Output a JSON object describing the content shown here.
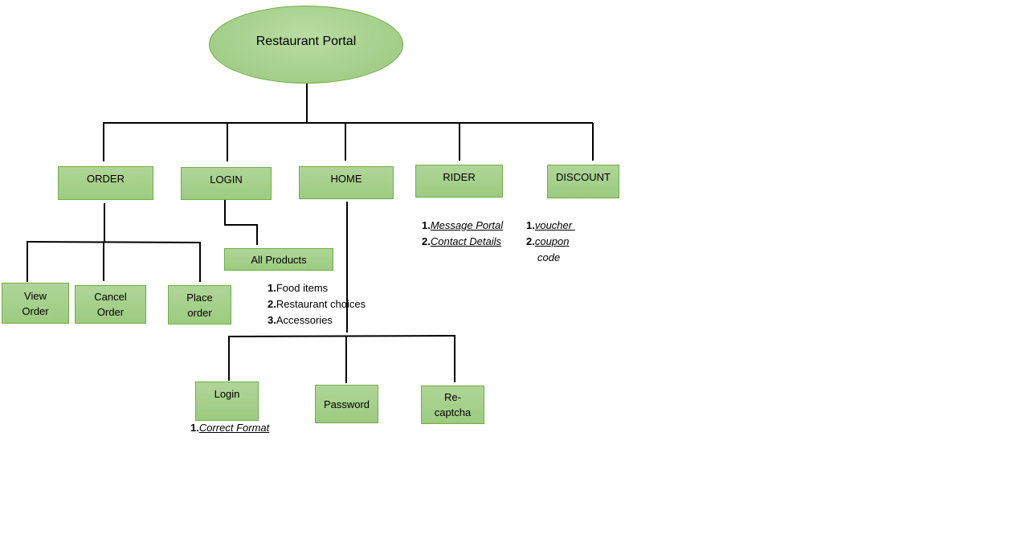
{
  "root": {
    "label": "Restaurant Portal"
  },
  "sections": {
    "order": "ORDER",
    "login": "LOGIN",
    "home": "HOME",
    "rider": "RIDER",
    "discount": "DISCOUNT"
  },
  "order_children": {
    "view_order": [
      "View",
      "Order"
    ],
    "cancel_order": [
      "Cancel",
      "Order"
    ],
    "place_order": [
      "Place",
      "order"
    ]
  },
  "login_child": {
    "label": "All Products",
    "items": [
      {
        "num": "1.",
        "text": "Food items"
      },
      {
        "num": "2.",
        "text": "Restaurant choices"
      },
      {
        "num": "3.",
        "text": "Accessories"
      }
    ]
  },
  "home_children": {
    "login": "Login",
    "password": "Password",
    "recaptcha": [
      "Re-",
      "captcha"
    ],
    "login_items": [
      {
        "num": "1.",
        "text": "Correct Format"
      }
    ]
  },
  "rider_items": [
    {
      "num": "1.",
      "text": "Message Portal"
    },
    {
      "num": "2.",
      "text": "Contact Details"
    }
  ],
  "discount_items": [
    {
      "num": "1.",
      "text": "voucher "
    },
    {
      "num": "2.",
      "text": "coupon",
      "cont": "code"
    }
  ],
  "colors": {
    "node_fill": "#a9d18e",
    "node_border": "#70ad47",
    "connector": "#000000"
  }
}
